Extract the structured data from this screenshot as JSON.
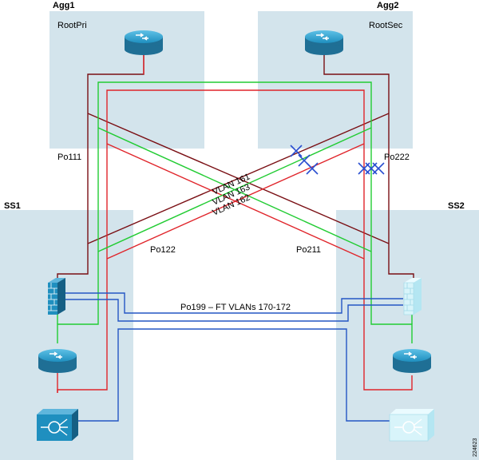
{
  "areas": {
    "agg1": {
      "title": "Agg1",
      "role": "RootPri"
    },
    "agg2": {
      "title": "Agg2",
      "role": "RootSec"
    },
    "ss1": {
      "title": "SS1"
    },
    "ss2": {
      "title": "SS2"
    }
  },
  "links": {
    "po111": "Po111",
    "po222": "Po222",
    "po122": "Po122",
    "po211": "Po211",
    "ft": "Po199 – FT VLANs 170-172"
  },
  "vlans": [
    "VLAN 161",
    "VLAN 163",
    "VLAN 162"
  ],
  "figure_id": "224623",
  "colors": {
    "area_fill": "#d3e4ec",
    "dark_red": "#7a0f14",
    "red": "#e0242a",
    "green": "#22cc33",
    "blue": "#2456c4",
    "blocked_x": "#2a4fd0",
    "router_fill": "#1f8fbf",
    "standby_fill": "#d8f4fa"
  },
  "icons": {
    "agg1_router": "router-icon",
    "agg2_router": "router-icon",
    "ss1_firewall": "firewall-icon",
    "ss2_firewall": "firewall-standby-icon",
    "ss1_router": "router-icon",
    "ss2_router": "router-icon",
    "ss1_loadbalancer": "content-switch-icon",
    "ss2_loadbalancer": "content-switch-standby-icon"
  }
}
